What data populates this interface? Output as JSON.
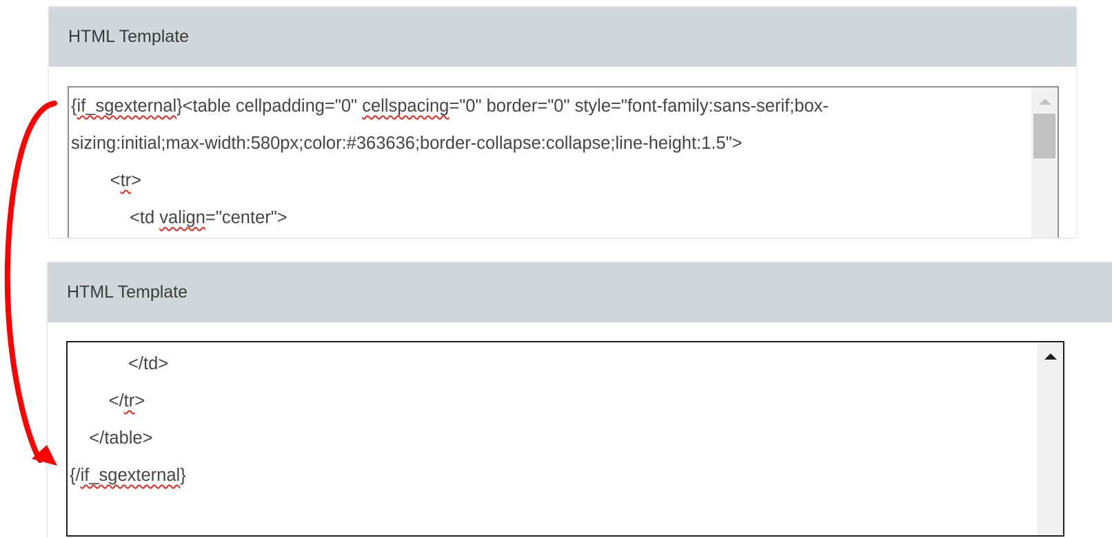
{
  "panels": [
    {
      "title": "HTML Template",
      "lines": [
        {
          "indent": "",
          "tokens": [
            {
              "t": "{",
              "s": false
            },
            {
              "t": "if_sgexternal",
              "s": true
            },
            {
              "t": "}<table cellpadding=\"0\" ",
              "s": false
            },
            {
              "t": "cellspacing",
              "s": true
            },
            {
              "t": "=\"0\" border=\"0\" style=\"font-family:sans-serif;box-",
              "s": false
            }
          ]
        },
        {
          "indent": "",
          "tokens": [
            {
              "t": "sizing:initial;max-width:580px;color:#363636;border-collapse:collapse;line-height:1.5\">",
              "s": false
            }
          ]
        },
        {
          "indent": "        ",
          "tokens": [
            {
              "t": "<",
              "s": false
            },
            {
              "t": "tr",
              "s": true
            },
            {
              "t": ">",
              "s": false
            }
          ]
        },
        {
          "indent": "            ",
          "tokens": [
            {
              "t": "<td ",
              "s": false
            },
            {
              "t": "valign",
              "s": true
            },
            {
              "t": "=\"center\">",
              "s": false
            }
          ]
        }
      ]
    },
    {
      "title": "HTML Template",
      "lines": [
        {
          "indent": "            ",
          "tokens": [
            {
              "t": "</td>",
              "s": false
            }
          ]
        },
        {
          "indent": "        ",
          "tokens": [
            {
              "t": "</",
              "s": false
            },
            {
              "t": "tr",
              "s": true
            },
            {
              "t": ">",
              "s": false
            }
          ]
        },
        {
          "indent": "    ",
          "tokens": [
            {
              "t": "</table>",
              "s": false
            }
          ]
        },
        {
          "indent": "",
          "tokens": [
            {
              "t": "{/",
              "s": false
            },
            {
              "t": "if_sgexternal",
              "s": true
            },
            {
              "t": "}",
              "s": false
            }
          ]
        }
      ]
    }
  ],
  "colors": {
    "header_bg": "#d1d8dc",
    "annotation_arrow": "#ff0000",
    "spellcheck_underline": "#e8271f"
  },
  "icons": {
    "scroll_up": "triangle-up-icon",
    "annotation": "curved-arrow-icon"
  }
}
